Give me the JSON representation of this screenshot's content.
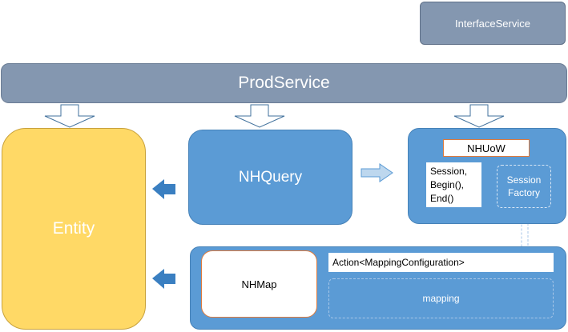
{
  "nodes": {
    "interface_service": "InterfaceService",
    "prod_service": "ProdService",
    "entity": "Entity",
    "nhquery": "NHQuery",
    "nhuow": "NHUoW",
    "session_methods": [
      "Session,",
      "Begin(),",
      "End()"
    ],
    "session_factory": [
      "Session",
      "Factory"
    ],
    "nhmap": "NHMap",
    "action_mapping": "Action<MappingConfiguration>",
    "mapping": "mapping"
  },
  "colors": {
    "service": "#8497b0",
    "entity": "#ffd966",
    "component": "#5b9bd5",
    "highlight_border": "#e07b3c"
  }
}
